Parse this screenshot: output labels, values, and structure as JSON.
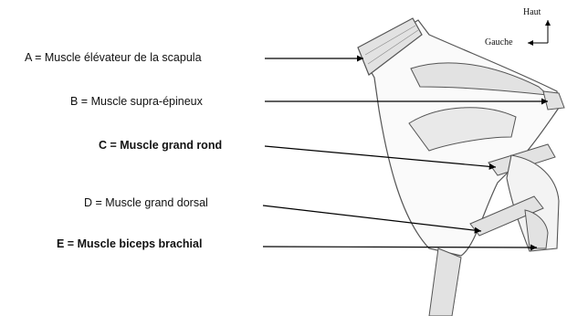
{
  "orientation": {
    "up_label": "Haut",
    "left_label": "Gauche"
  },
  "labels": [
    {
      "letter": "A",
      "text": "A = Muscle élévateur de la scapula"
    },
    {
      "letter": "B",
      "text": "B = Muscle supra-épineux"
    },
    {
      "letter": "C",
      "text": "C = Muscle grand rond"
    },
    {
      "letter": "D",
      "text": "D = Muscle grand dorsal"
    },
    {
      "letter": "E",
      "text": "E = Muscle biceps brachial"
    }
  ],
  "colors": {
    "sketch_fill": "#e2e2e2",
    "sketch_stroke": "#555555",
    "leader_line": "#000000"
  }
}
